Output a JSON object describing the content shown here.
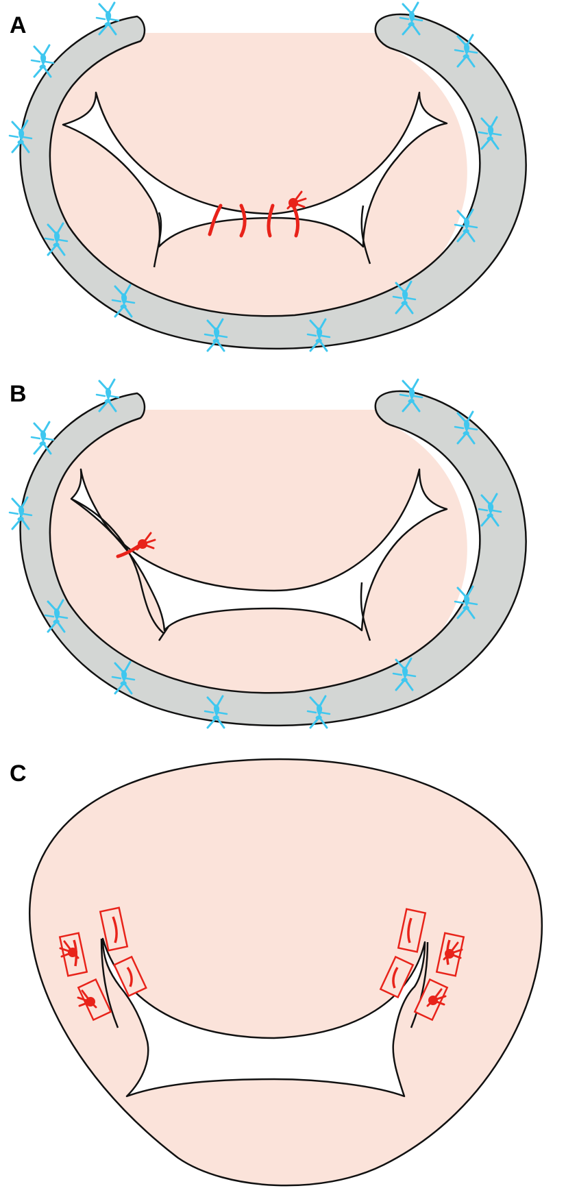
{
  "panels": [
    {
      "id": "A",
      "label": "A"
    },
    {
      "id": "B",
      "label": "B"
    },
    {
      "id": "C",
      "label": "C"
    }
  ],
  "colors": {
    "tissue": "#fbe3da",
    "ring": "#d3d6d4",
    "outline": "#111111",
    "suture_red": "#e8231a",
    "stitch_blue": "#3fc7ef",
    "background": "#ffffff"
  },
  "icons": {
    "ring_stitch": "blue-suture-knot-icon",
    "leaflet_suture": "red-suture-knot-icon",
    "pledget": "pledget-icon"
  }
}
